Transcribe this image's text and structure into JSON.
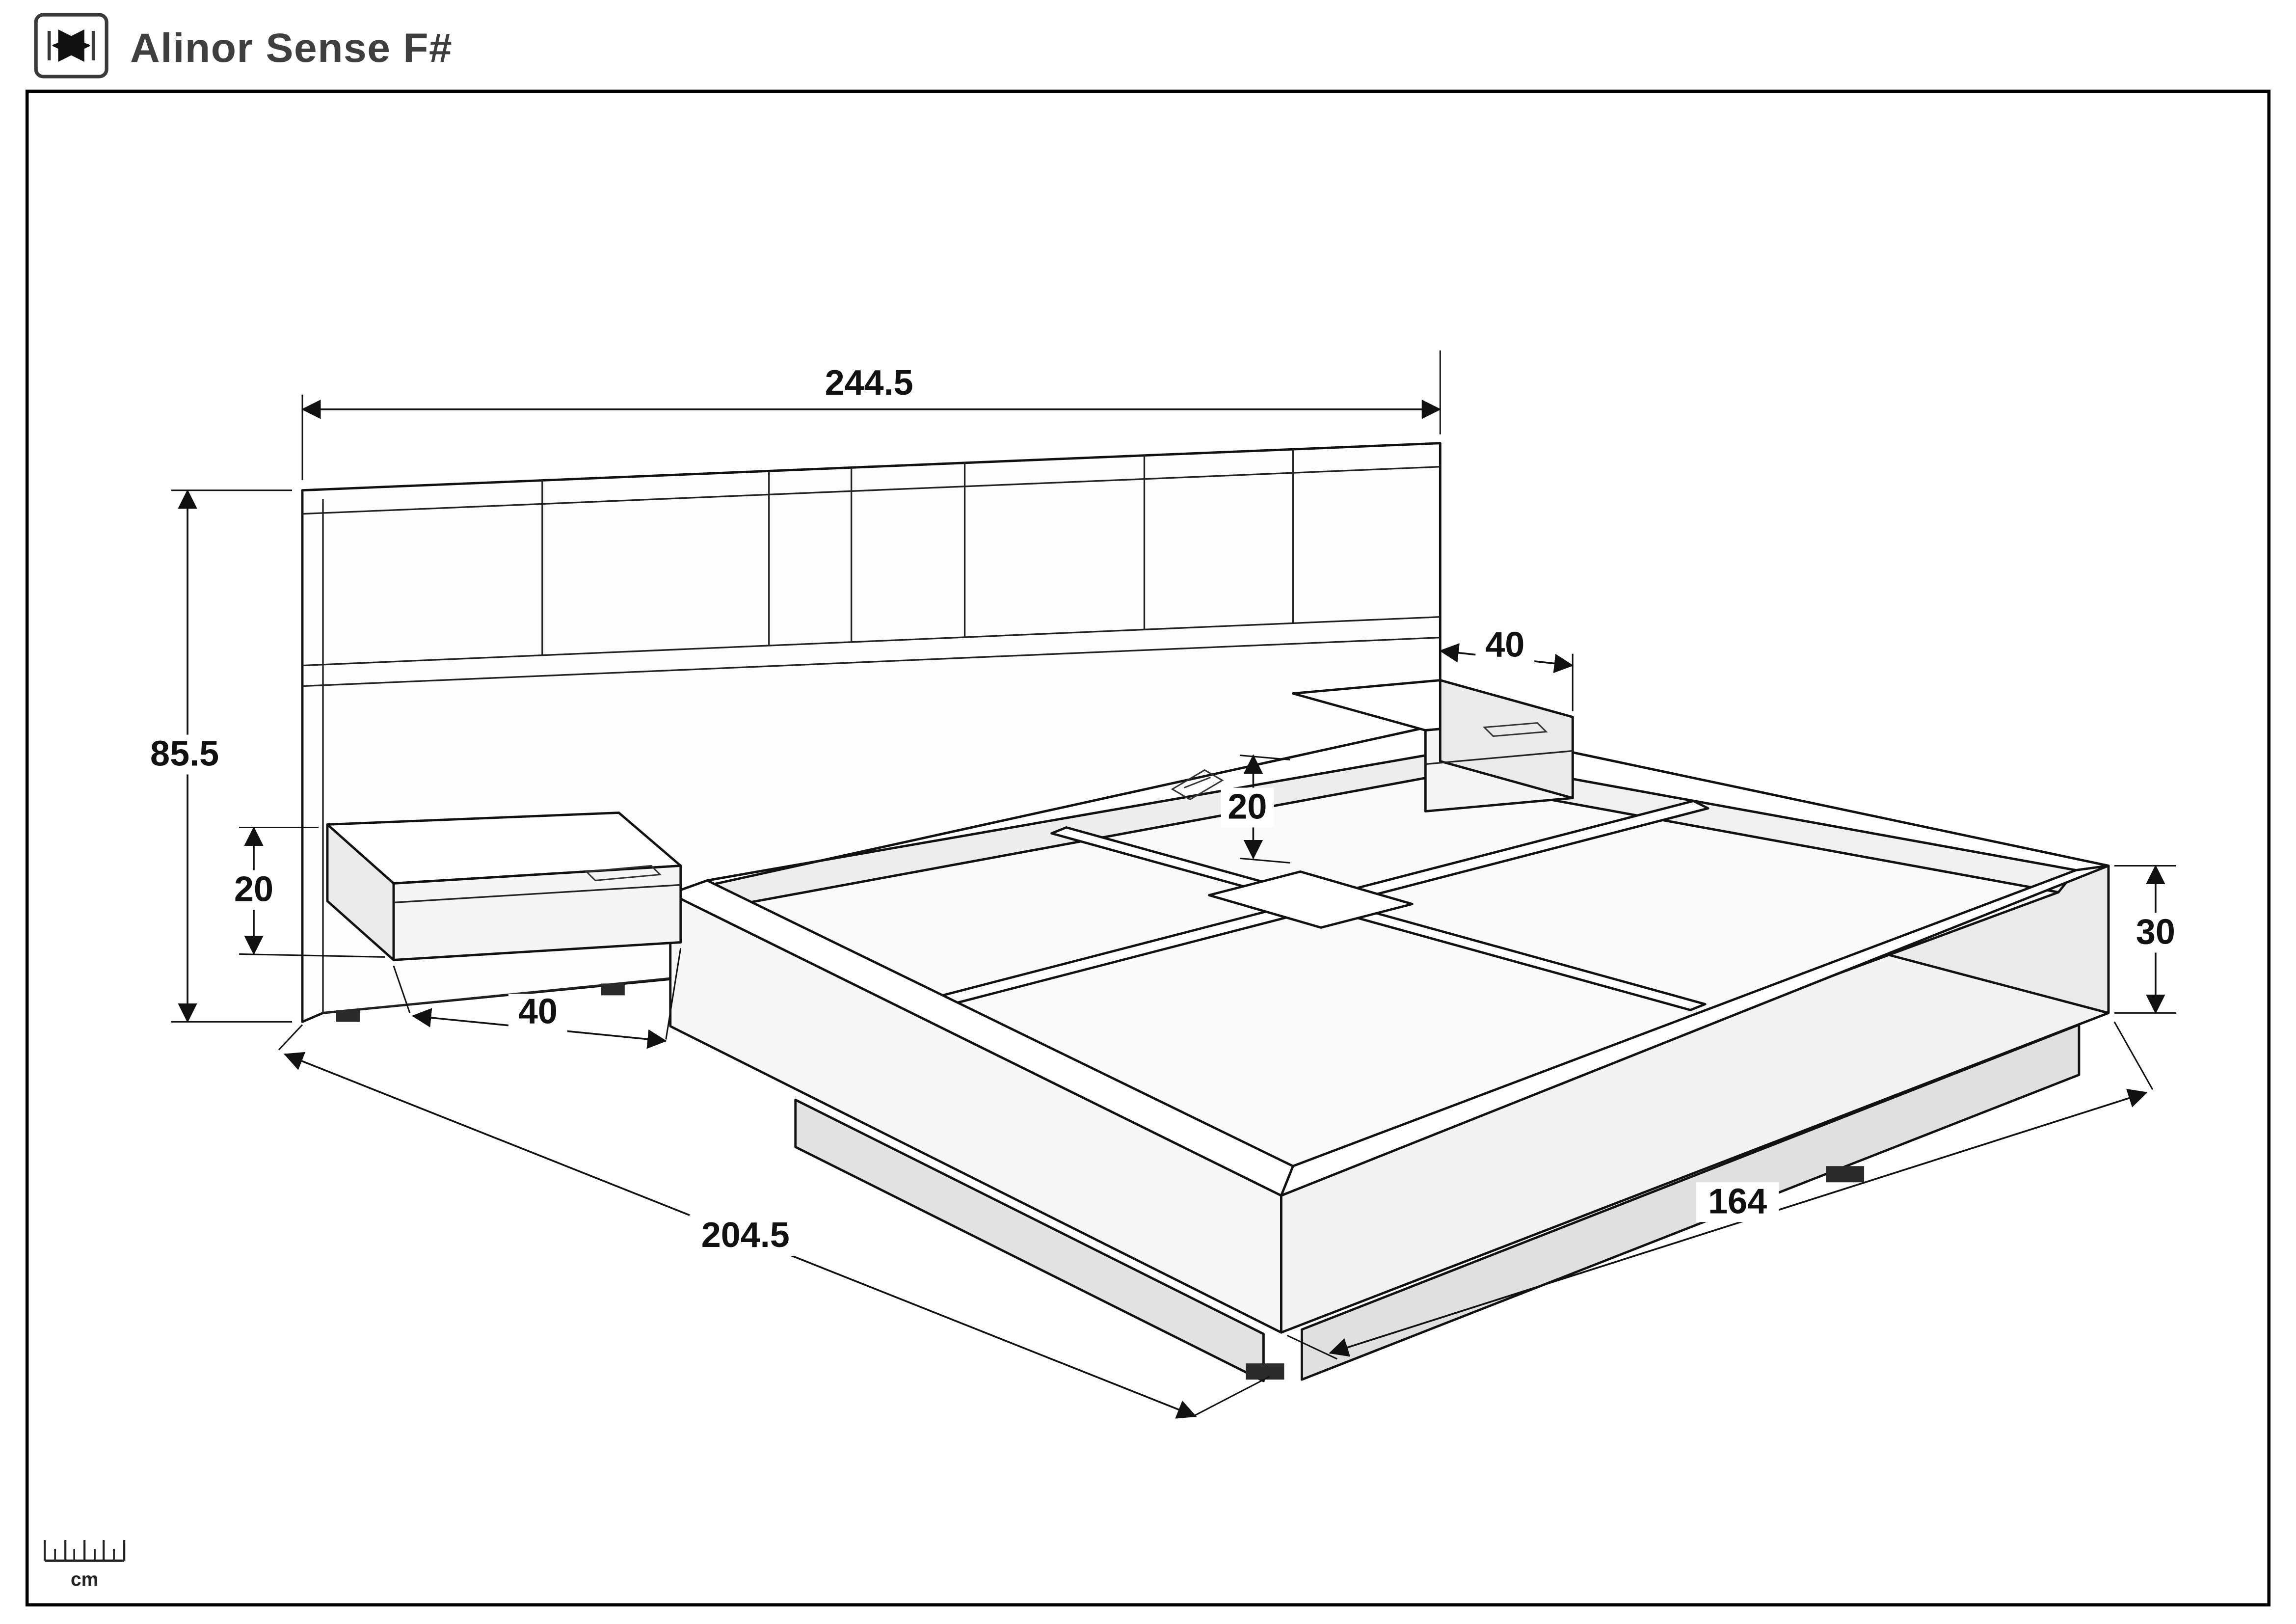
{
  "header": {
    "title": "Alinor Sense F#"
  },
  "dimensions": {
    "headboard_width": "244.5",
    "headboard_height": "85.5",
    "nightstand_left_height": "20",
    "nightstand_left_width": "40",
    "bed_total_length": "204.5",
    "bed_total_width": "164",
    "frame_side_height": "30",
    "storage_inner_height": "20",
    "nightstand_right_width": "40"
  },
  "footer": {
    "unit_label": "cm"
  }
}
